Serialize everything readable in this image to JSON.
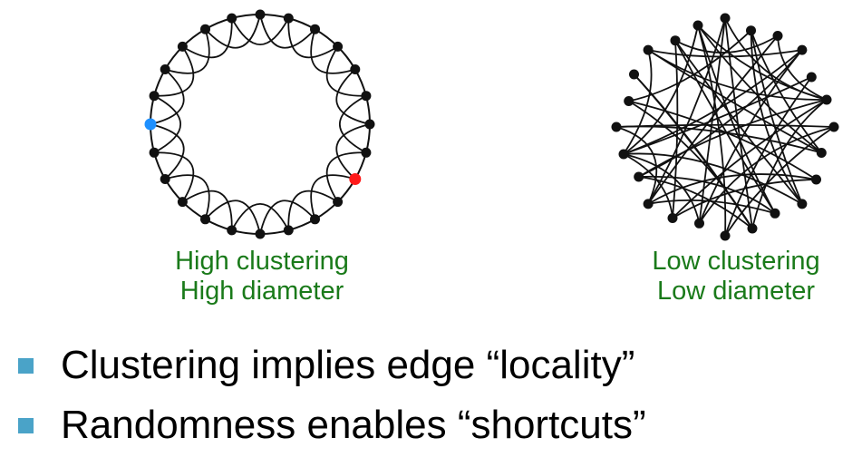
{
  "colors": {
    "caption": "#1a7a1a",
    "bullet_marker": "#4aa3c8",
    "edge": "#111111",
    "node": "#111111",
    "highlight_start": "#1e90ff",
    "highlight_end": "#ff1a1a"
  },
  "left_graph": {
    "caption_line1": "High clustering",
    "caption_line2": "High diameter"
  },
  "right_graph": {
    "caption_line1": "Low clustering",
    "caption_line2": "Low diameter"
  },
  "bullets": [
    {
      "text": "Clustering implies edge “locality”"
    },
    {
      "text": "Randomness enables “shortcuts”"
    }
  ]
}
